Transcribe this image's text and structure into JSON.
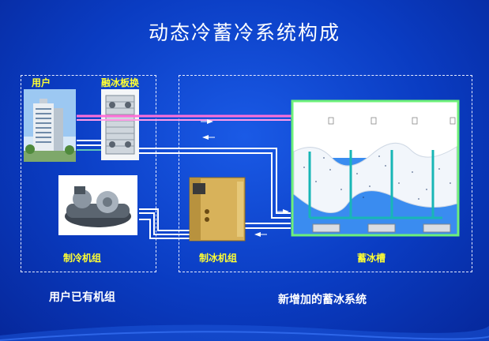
{
  "title": "动态冷蓄冷系统构成",
  "labels": {
    "user": "用户",
    "ice_plate_exchanger": "融冰板换",
    "chiller_unit": "制冷机组",
    "ice_maker_unit": "制冰机组",
    "ice_tank": "蓄冰槽"
  },
  "captions": {
    "existing_units": "用户已有机组",
    "new_ice_system": "新增加的蓄冰系统"
  },
  "colors": {
    "background": "#0a3cc2",
    "label_yellow": "#ffff33",
    "pipe_pink": "#ff6fd8",
    "pipe_white": "#ffffff",
    "tank_border": "#6df07a",
    "water": "#3a8cf0"
  }
}
